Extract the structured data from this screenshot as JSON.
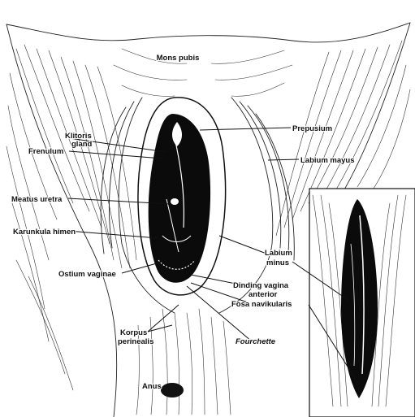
{
  "labels": {
    "mons_pubis": "Mons pubis",
    "prepusium": "Prepusium",
    "klitoris_line1": "Klitoris",
    "klitoris_line2": "gland",
    "frenulum": "Frenulum",
    "labium_mayus": "Labium mayus",
    "meatus_uretra": "Meatus uretra",
    "karunkula_himen": "Karunkula himen",
    "labium_minus_line1": "Labium",
    "labium_minus_line2": "minus",
    "ostium_vaginae": "Ostium vaginae",
    "dinding_vagina_line1": "Dinding vagina",
    "dinding_vagina_line2": "anterior",
    "fosa_navikularis": "Fosa navikularis",
    "korpus_perinealis_line1": "Korpus",
    "korpus_perinealis_line2": "perinealis",
    "fourchette": "Fourchette",
    "anus": "Anus"
  }
}
